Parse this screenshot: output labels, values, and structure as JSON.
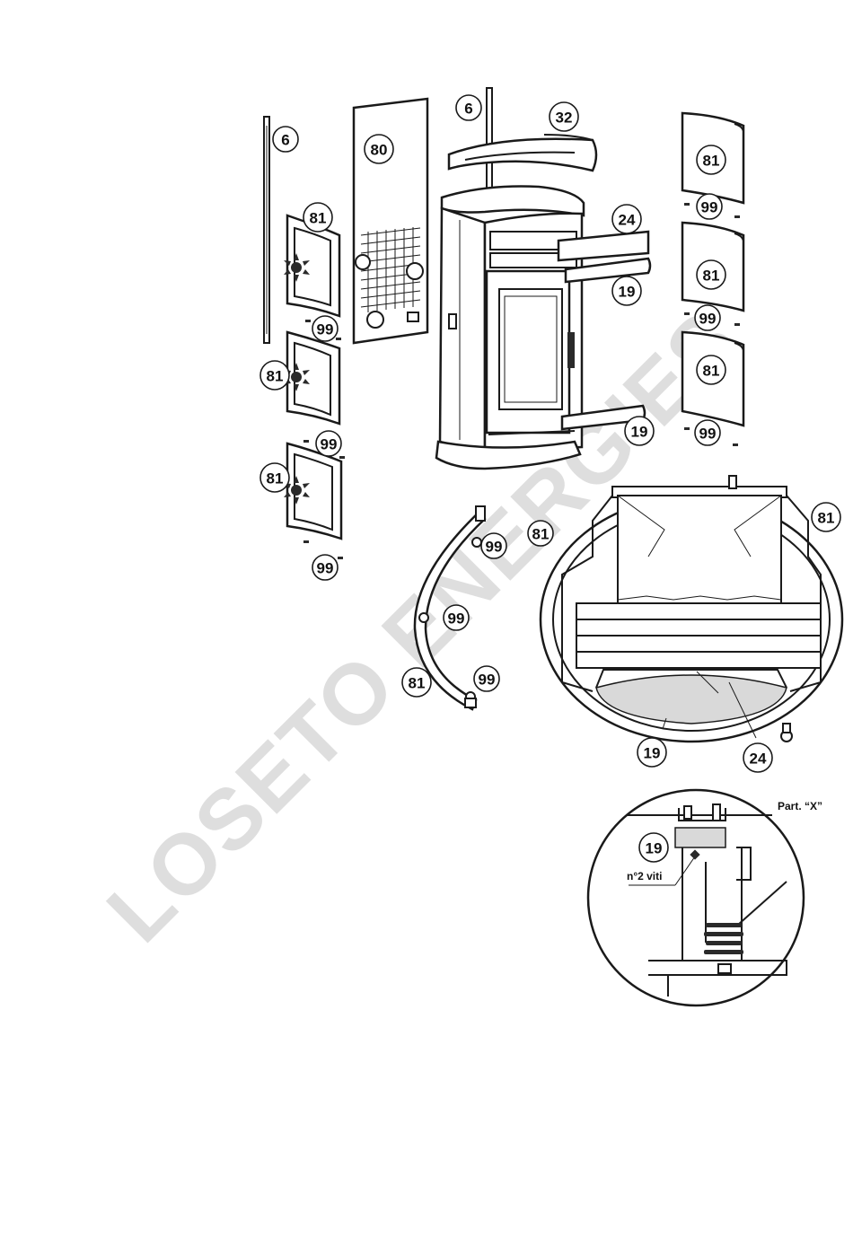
{
  "watermark": "LOSETO ENERGIES",
  "detail": {
    "title": "Part. “X”",
    "note": "n°2 viti"
  },
  "callouts": [
    {
      "id": "c6a",
      "label": "6"
    },
    {
      "id": "c80",
      "label": "80"
    },
    {
      "id": "c6b",
      "label": "6"
    },
    {
      "id": "c32",
      "label": "32"
    },
    {
      "id": "c81a",
      "label": "81"
    },
    {
      "id": "c99a",
      "label": "99"
    },
    {
      "id": "c81b",
      "label": "81"
    },
    {
      "id": "c99b",
      "label": "99"
    },
    {
      "id": "c81c",
      "label": "81"
    },
    {
      "id": "c99c",
      "label": "99"
    },
    {
      "id": "c24a",
      "label": "24"
    },
    {
      "id": "c19a",
      "label": "19"
    },
    {
      "id": "c19b",
      "label": "19"
    },
    {
      "id": "c81d",
      "label": "81"
    },
    {
      "id": "c99d",
      "label": "99"
    },
    {
      "id": "c81e",
      "label": "81"
    },
    {
      "id": "c99e",
      "label": "99"
    },
    {
      "id": "c81f",
      "label": "81"
    },
    {
      "id": "c99f",
      "label": "99"
    },
    {
      "id": "c81g",
      "label": "81"
    },
    {
      "id": "c99g",
      "label": "99"
    },
    {
      "id": "c81h",
      "label": "81"
    },
    {
      "id": "c81i",
      "label": "81"
    },
    {
      "id": "c99h",
      "label": "99"
    },
    {
      "id": "c99i",
      "label": "99"
    },
    {
      "id": "c81j",
      "label": "81"
    },
    {
      "id": "c99j",
      "label": "99"
    },
    {
      "id": "c19c",
      "label": "19"
    },
    {
      "id": "c24b",
      "label": "24"
    },
    {
      "id": "c19d",
      "label": "19"
    }
  ]
}
